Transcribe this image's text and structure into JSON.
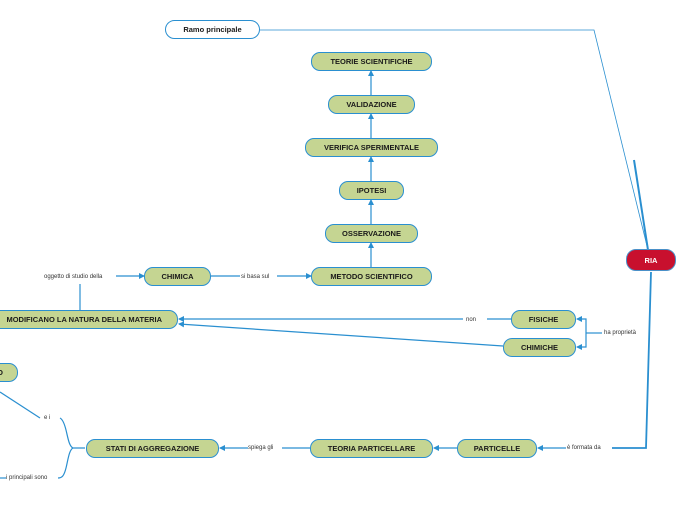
{
  "nodes": {
    "ramo_principale": "Ramo principale",
    "root": "RIA",
    "teorie_scientifiche": "TEORIE SCIENTIFICHE",
    "validazione": "VALIDAZIONE",
    "verifica_sperimentale": "VERIFICA SPERIMENTALE",
    "ipotesi": "IPOTESI",
    "osservazione": "OSSERVAZIONE",
    "metodo_scientifico": "METODO SCIENTIFICO",
    "chimica": "CHIMICA",
    "modificano": "MODIFICANO LA NATURA DELLA MATERIA",
    "fisiche": "FISICHE",
    "chimiche": "CHIMICHE",
    "partial_left": "O",
    "stati_aggregazione": "STATI DI AGGREGAZIONE",
    "teoria_particellare": "TEORIA PARTICELLARE",
    "particelle": "PARTICELLE"
  },
  "links": {
    "oggetto": "oggetto di studio della",
    "si_basa": "si basa sul",
    "non": "non",
    "ha_proprieta": "ha proprietà",
    "formata": "è formata da",
    "spiega": "spiega gli",
    "e_i": "e i",
    "principali": "i principali sono"
  },
  "colors": {
    "node_fill": "#c5d592",
    "node_border": "#2a8fd0",
    "root_fill": "#c8102e",
    "connector": "#2a8fd0"
  }
}
